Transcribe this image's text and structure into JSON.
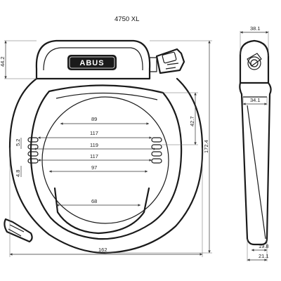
{
  "title": "4750 XL",
  "brand": "ABUS",
  "front_view": {
    "height_top": "44.2",
    "total_height": "172.4",
    "shackle_height": "42.7",
    "width": "162",
    "gap_small": "5.2",
    "gap_small_2": "4.8",
    "inner_widths": [
      "89",
      "117",
      "119",
      "117",
      "97",
      "68"
    ]
  },
  "side_view": {
    "top_width": "38.1",
    "mid_width": "34.1",
    "bottom_width_1": "19.8",
    "bottom_width_2": "21.1"
  }
}
